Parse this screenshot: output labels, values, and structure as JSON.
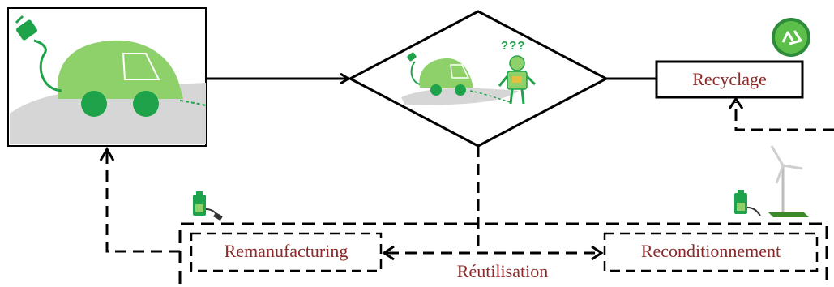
{
  "diagram": {
    "boxes": {
      "recycling": {
        "label": "Recyclage"
      },
      "remanufacturing": {
        "label": "Remanufacturing"
      },
      "reconditioning": {
        "label": "Reconditionnement"
      },
      "reuse": {
        "label": "Réutilisation"
      }
    },
    "decision": {
      "question_mark": "???"
    }
  },
  "colors": {
    "label_text": "#8b2a2a",
    "ev_green_light": "#8ed16a",
    "ev_green_dark": "#1fa34a",
    "ground_gray": "#d6d6d6",
    "line": "#000000",
    "question_green": "#1fa34a"
  },
  "icons": {
    "ev_car": "electric-car-icon",
    "robot": "robot-question-icon",
    "recycle_badge": "recycle-badge-icon",
    "battery_left": "battery-plug-icon",
    "battery_right": "battery-plug-icon",
    "wind_turbine": "wind-turbine-icon"
  }
}
